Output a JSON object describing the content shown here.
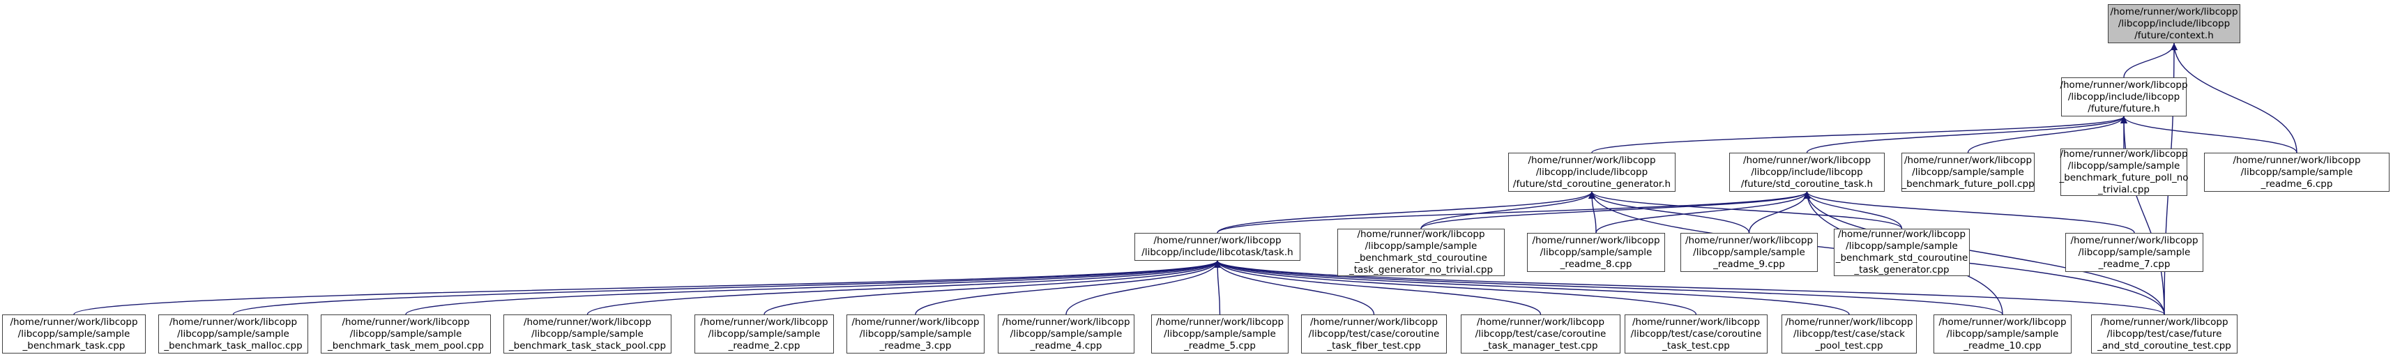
{
  "colors": {
    "edge": "#191970",
    "border": "#404040",
    "root_fill": "#bfbfbf",
    "node_fill": "#ffffff"
  },
  "nodes": [
    {
      "id": "context",
      "lines": [
        "/home/runner/work/libcopp",
        "/libcopp/include/libcopp",
        "/future/context.h"
      ],
      "root": true
    },
    {
      "id": "future",
      "lines": [
        "/home/runner/work/libcopp",
        "/libcopp/include/libcopp",
        "/future/future.h"
      ]
    },
    {
      "id": "std_coroutine_generator",
      "lines": [
        "/home/runner/work/libcopp",
        "/libcopp/include/libcopp",
        "/future/std_coroutine_generator.h"
      ]
    },
    {
      "id": "std_coroutine_task",
      "lines": [
        "/home/runner/work/libcopp",
        "/libcopp/include/libcopp",
        "/future/std_coroutine_task.h"
      ]
    },
    {
      "id": "benchmark_future_poll",
      "lines": [
        "/home/runner/work/libcopp",
        "/libcopp/sample/sample",
        "_benchmark_future_poll.cpp"
      ]
    },
    {
      "id": "benchmark_future_poll_no_trivial",
      "lines": [
        "/home/runner/work/libcopp",
        "/libcopp/sample/sample",
        "_benchmark_future_poll_no",
        "_trivial.cpp"
      ]
    },
    {
      "id": "readme_6",
      "lines": [
        "/home/runner/work/libcopp",
        "/libcopp/sample/sample",
        "_readme_6.cpp"
      ]
    },
    {
      "id": "task_h",
      "lines": [
        "/home/runner/work/libcopp",
        "/libcopp/include/libcotask/task.h"
      ]
    },
    {
      "id": "gen_no_trivial",
      "lines": [
        "/home/runner/work/libcopp",
        "/libcopp/sample/sample",
        "_benchmark_std_couroutine",
        "_task_generator_no_trivial.cpp"
      ]
    },
    {
      "id": "readme_8",
      "lines": [
        "/home/runner/work/libcopp",
        "/libcopp/sample/sample",
        "_readme_8.cpp"
      ]
    },
    {
      "id": "readme_9",
      "lines": [
        "/home/runner/work/libcopp",
        "/libcopp/sample/sample",
        "_readme_9.cpp"
      ]
    },
    {
      "id": "gen",
      "lines": [
        "/home/runner/work/libcopp",
        "/libcopp/sample/sample",
        "_benchmark_std_couroutine",
        "_task_generator.cpp"
      ]
    },
    {
      "id": "readme_7",
      "lines": [
        "/home/runner/work/libcopp",
        "/libcopp/sample/sample",
        "_readme_7.cpp"
      ]
    },
    {
      "id": "benchmark_task",
      "lines": [
        "/home/runner/work/libcopp",
        "/libcopp/sample/sample",
        "_benchmark_task.cpp"
      ]
    },
    {
      "id": "benchmark_task_malloc",
      "lines": [
        "/home/runner/work/libcopp",
        "/libcopp/sample/sample",
        "_benchmark_task_malloc.cpp"
      ]
    },
    {
      "id": "benchmark_task_mem_pool",
      "lines": [
        "/home/runner/work/libcopp",
        "/libcopp/sample/sample",
        "_benchmark_task_mem_pool.cpp"
      ]
    },
    {
      "id": "benchmark_task_stack_pool",
      "lines": [
        "/home/runner/work/libcopp",
        "/libcopp/sample/sample",
        "_benchmark_task_stack_pool.cpp"
      ]
    },
    {
      "id": "readme_2",
      "lines": [
        "/home/runner/work/libcopp",
        "/libcopp/sample/sample",
        "_readme_2.cpp"
      ]
    },
    {
      "id": "readme_3",
      "lines": [
        "/home/runner/work/libcopp",
        "/libcopp/sample/sample",
        "_readme_3.cpp"
      ]
    },
    {
      "id": "readme_4",
      "lines": [
        "/home/runner/work/libcopp",
        "/libcopp/sample/sample",
        "_readme_4.cpp"
      ]
    },
    {
      "id": "readme_5",
      "lines": [
        "/home/runner/work/libcopp",
        "/libcopp/sample/sample",
        "_readme_5.cpp"
      ]
    },
    {
      "id": "fiber_test",
      "lines": [
        "/home/runner/work/libcopp",
        "/libcopp/test/case/coroutine",
        "_task_fiber_test.cpp"
      ]
    },
    {
      "id": "manager_test",
      "lines": [
        "/home/runner/work/libcopp",
        "/libcopp/test/case/coroutine",
        "_task_manager_test.cpp"
      ]
    },
    {
      "id": "task_test",
      "lines": [
        "/home/runner/work/libcopp",
        "/libcopp/test/case/coroutine",
        "_task_test.cpp"
      ]
    },
    {
      "id": "stack_pool_test",
      "lines": [
        "/home/runner/work/libcopp",
        "/libcopp/test/case/stack",
        "_pool_test.cpp"
      ]
    },
    {
      "id": "readme_10",
      "lines": [
        "/home/runner/work/libcopp",
        "/libcopp/sample/sample",
        "_readme_10.cpp"
      ]
    },
    {
      "id": "future_std_test",
      "lines": [
        "/home/runner/work/libcopp",
        "/libcopp/test/case/future",
        "_and_std_coroutine_test.cpp"
      ]
    }
  ],
  "edges": [
    [
      "future",
      "context"
    ],
    [
      "readme_6",
      "context"
    ],
    [
      "future_std_test",
      "context"
    ],
    [
      "std_coroutine_generator",
      "future"
    ],
    [
      "std_coroutine_task",
      "future"
    ],
    [
      "benchmark_future_poll",
      "future"
    ],
    [
      "benchmark_future_poll_no_trivial",
      "future"
    ],
    [
      "readme_6",
      "future"
    ],
    [
      "future_std_test",
      "future"
    ],
    [
      "task_h",
      "std_coroutine_generator"
    ],
    [
      "gen_no_trivial",
      "std_coroutine_generator"
    ],
    [
      "readme_8",
      "std_coroutine_generator"
    ],
    [
      "readme_9",
      "std_coroutine_generator"
    ],
    [
      "gen",
      "std_coroutine_generator"
    ],
    [
      "future_std_test",
      "std_coroutine_generator"
    ],
    [
      "task_h",
      "std_coroutine_task"
    ],
    [
      "gen_no_trivial",
      "std_coroutine_task"
    ],
    [
      "readme_8",
      "std_coroutine_task"
    ],
    [
      "readme_9",
      "std_coroutine_task"
    ],
    [
      "gen",
      "std_coroutine_task"
    ],
    [
      "readme_7",
      "std_coroutine_task"
    ],
    [
      "readme_10",
      "std_coroutine_task"
    ],
    [
      "future_std_test",
      "std_coroutine_task"
    ],
    [
      "benchmark_task",
      "task_h"
    ],
    [
      "benchmark_task_malloc",
      "task_h"
    ],
    [
      "benchmark_task_mem_pool",
      "task_h"
    ],
    [
      "benchmark_task_stack_pool",
      "task_h"
    ],
    [
      "readme_2",
      "task_h"
    ],
    [
      "readme_3",
      "task_h"
    ],
    [
      "readme_4",
      "task_h"
    ],
    [
      "readme_5",
      "task_h"
    ],
    [
      "fiber_test",
      "task_h"
    ],
    [
      "manager_test",
      "task_h"
    ],
    [
      "task_test",
      "task_h"
    ],
    [
      "stack_pool_test",
      "task_h"
    ],
    [
      "readme_10",
      "task_h"
    ],
    [
      "future_std_test",
      "task_h"
    ]
  ]
}
